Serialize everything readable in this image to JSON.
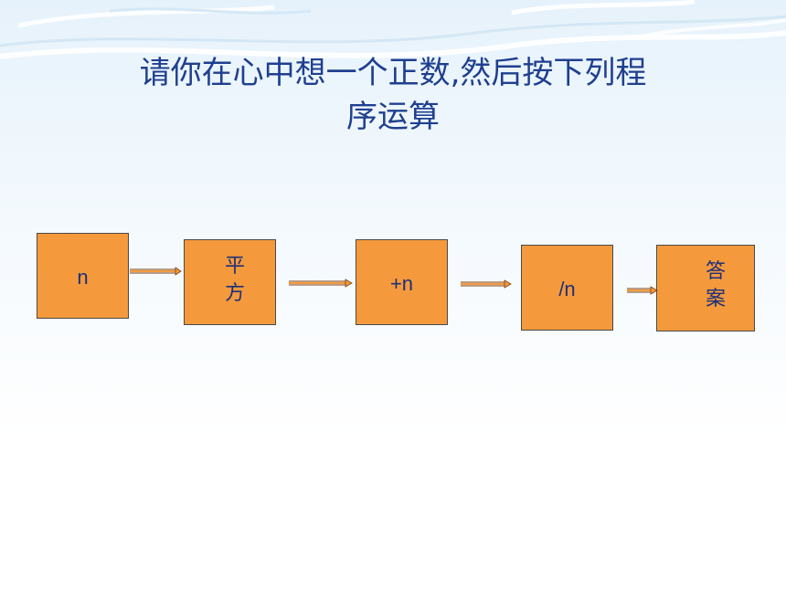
{
  "slide": {
    "title_line1": "请你在心中想一个正数,然后按下列程",
    "title_line2": "序运算"
  },
  "flow": {
    "nodes": [
      {
        "id": "n",
        "lines": [
          "n"
        ]
      },
      {
        "id": "square",
        "lines": [
          "平",
          "方"
        ]
      },
      {
        "id": "plus-n",
        "lines": [
          "+n"
        ]
      },
      {
        "id": "div-n",
        "lines": [
          "/n"
        ]
      },
      {
        "id": "answer",
        "lines": [
          "答",
          "案"
        ]
      }
    ]
  },
  "colors": {
    "box_fill": "#f49a3c",
    "title": "#1f3f8f",
    "box_text": "#1e2f7a"
  }
}
